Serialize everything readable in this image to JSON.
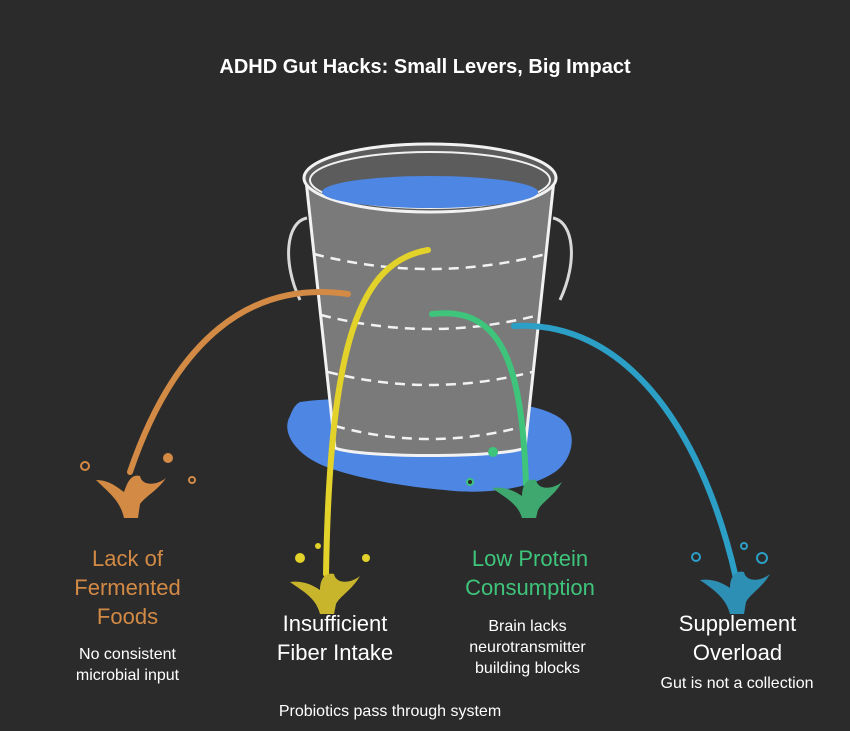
{
  "title": "ADHD Gut Hacks: Small Levers, Big Impact",
  "icons": {
    "bucket": "leaky-bucket-icon"
  },
  "colors": {
    "background": "#2b2b2b",
    "fermented": "#d38a45",
    "fiber": "#e3d229",
    "protein": "#3ec47b",
    "supplement": "#2c9fc7",
    "water": "#4d86e3"
  },
  "leaks": [
    {
      "label": [
        "Lack of",
        "Fermented",
        "Foods"
      ],
      "description": [
        "No consistent",
        "microbial input"
      ]
    },
    {
      "label": [
        "Insufficient",
        "Fiber Intake"
      ],
      "description": [
        "Probiotics pass through system"
      ]
    },
    {
      "label": [
        "Low Protein",
        "Consumption"
      ],
      "description": [
        "Brain lacks",
        "neurotransmitter",
        "building blocks"
      ]
    },
    {
      "label": [
        "Supplement",
        "Overload"
      ],
      "description": [
        "Gut is not a collection"
      ]
    }
  ]
}
